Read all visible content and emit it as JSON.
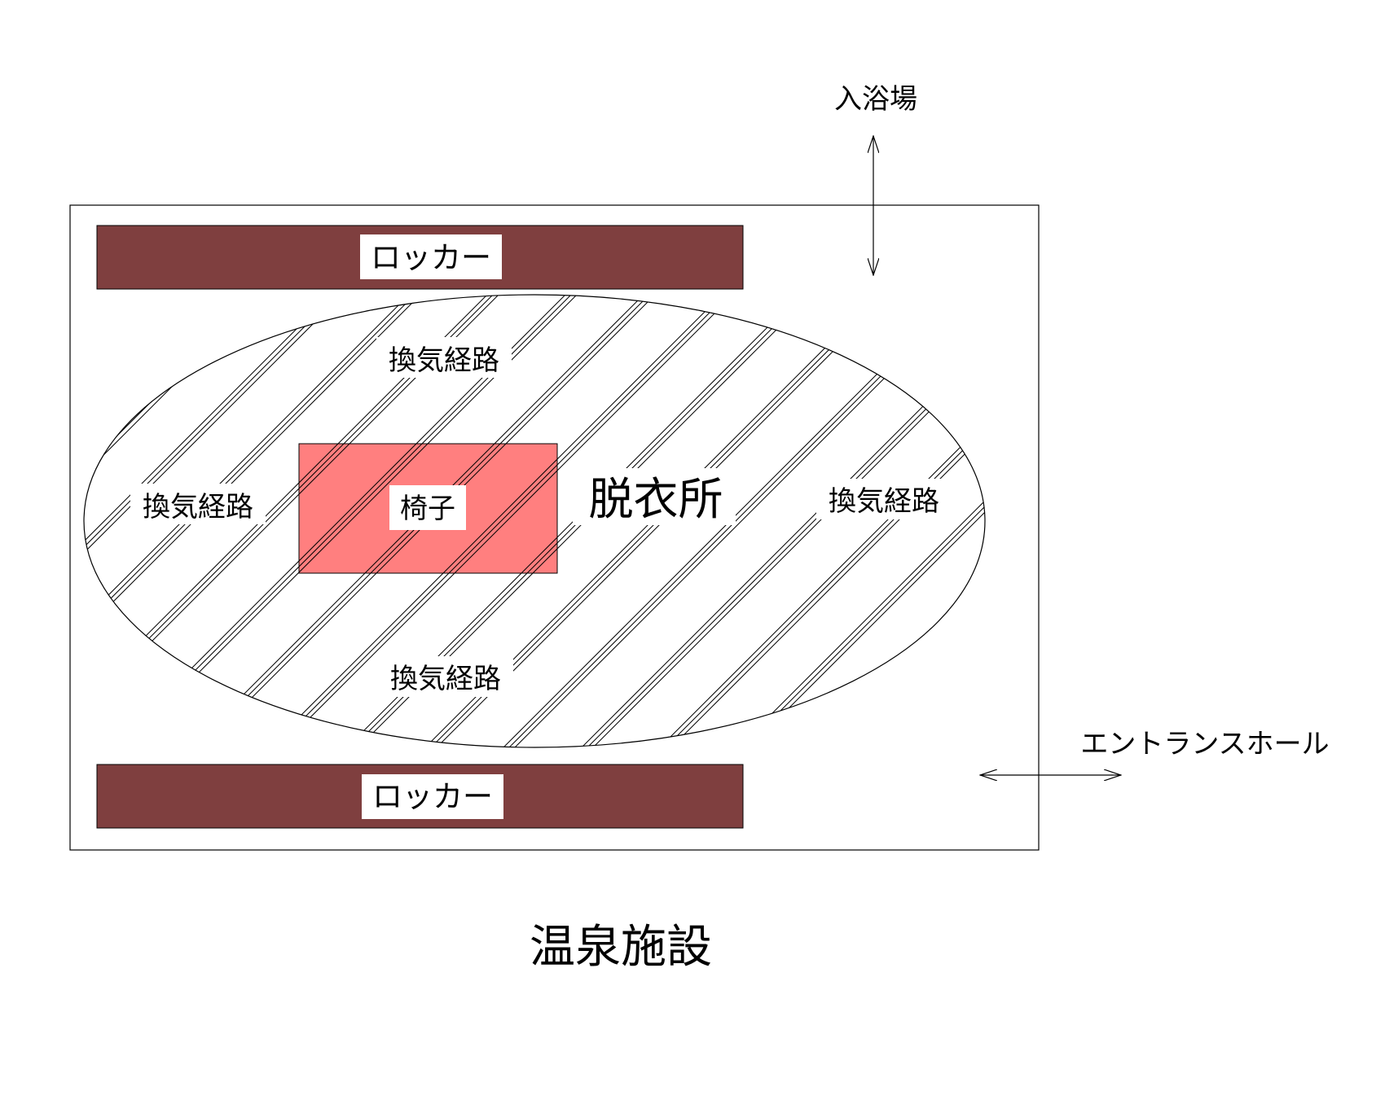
{
  "title": "温泉施設",
  "room": {
    "name": "脱衣所"
  },
  "lockers": [
    {
      "label": "ロッカー"
    },
    {
      "label": "ロッカー"
    }
  ],
  "chair": {
    "label": "椅子"
  },
  "ventilation_labels": [
    {
      "label": "換気経路"
    },
    {
      "label": "換気経路"
    },
    {
      "label": "換気経路"
    },
    {
      "label": "換気経路"
    }
  ],
  "connections": {
    "bath": "入浴場",
    "entrance": "エントランスホール"
  },
  "colors": {
    "locker": "#7f3f3f",
    "chair": "#ff7f7f",
    "line": "#000000",
    "background": "#ffffff"
  }
}
